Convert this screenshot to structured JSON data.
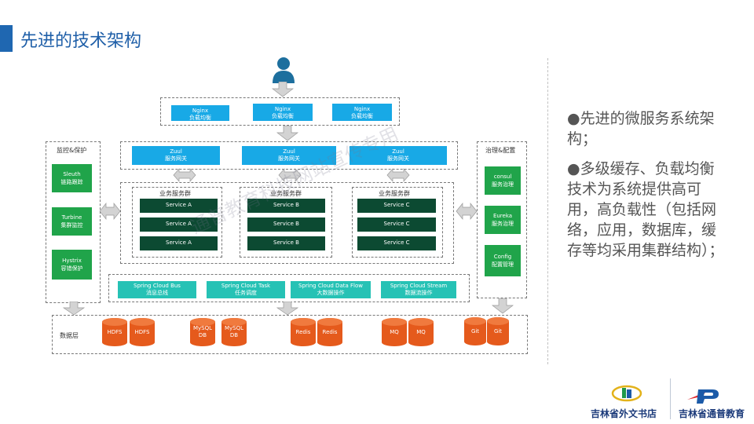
{
  "title": "先进的技术架构",
  "bullets": [
    "●先进的微服务系统架构；",
    "●多级缓存、负载均衡技术为系统提供高可用，高负载性（包括网络，应用，数据库，缓存等均采用集群结构）；"
  ],
  "diagram": {
    "nginx": [
      {
        "name": "Nginx",
        "desc": "负载均衡"
      },
      {
        "name": "Nginx",
        "desc": "负载均衡"
      },
      {
        "name": "Nginx",
        "desc": "负载均衡"
      }
    ],
    "zuul": [
      {
        "name": "Zuul",
        "desc": "服务网关"
      },
      {
        "name": "Zuul",
        "desc": "服务网关"
      },
      {
        "name": "Zuul",
        "desc": "服务网关"
      }
    ],
    "monitor": {
      "title": "监控&保护",
      "items": [
        {
          "name": "Sleuth",
          "desc": "链路跟踪"
        },
        {
          "name": "Turbine",
          "desc": "集群监控"
        },
        {
          "name": "Hystrix",
          "desc": "容错保护"
        }
      ]
    },
    "governance": {
      "title": "治理&配置",
      "items": [
        {
          "name": "consul",
          "desc": "服务治理"
        },
        {
          "name": "Eureka",
          "desc": "服务治理"
        },
        {
          "name": "Config",
          "desc": "配置管理"
        }
      ]
    },
    "service_groups": [
      {
        "title": "业务服务群",
        "items": [
          "Service A",
          "Service A",
          "Service A"
        ]
      },
      {
        "title": "业务服务群",
        "items": [
          "Service B",
          "Service B",
          "Service B"
        ]
      },
      {
        "title": "业务服务群",
        "items": [
          "Service C",
          "Service C",
          "Service C"
        ]
      }
    ],
    "spring": [
      {
        "name": "Spring Cloud Bus",
        "desc": "消息总线"
      },
      {
        "name": "Spring Cloud Task",
        "desc": "任务调度"
      },
      {
        "name": "Spring Cloud Data Flow",
        "desc": "大数据操作"
      },
      {
        "name": "Spring Cloud Stream",
        "desc": "数据流操作"
      }
    ],
    "data_layer": {
      "title": "数据层",
      "stores": [
        [
          "HDFS",
          "HDFS"
        ],
        [
          "MySQL DB",
          "MySQL DB"
        ],
        [
          "Redis",
          "Redis"
        ],
        [
          "MQ",
          "MQ"
        ],
        [
          "Git",
          "Git"
        ]
      ]
    }
  },
  "watermark": "通普教育科技网站宣传专用",
  "logos": {
    "left": "吉林省外文书店",
    "right": "吉林省通普教育"
  }
}
